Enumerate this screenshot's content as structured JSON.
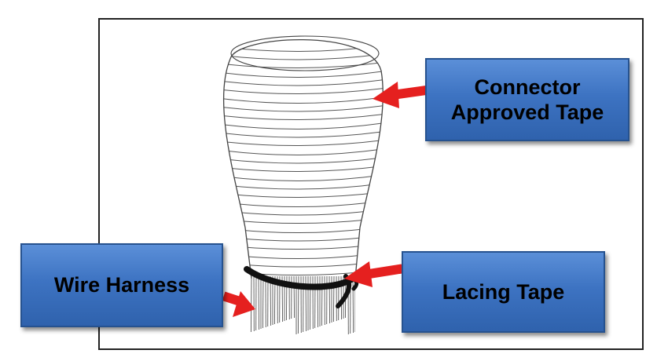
{
  "callouts": {
    "connector": {
      "text": "Connector\nApproved Tape"
    },
    "wire_harness": {
      "text": "Wire Harness"
    },
    "lacing_tape": {
      "text": "Lacing Tape"
    }
  },
  "colors": {
    "callout_fill": "#4a7fcb",
    "callout_border": "#26528f",
    "arrow": "#e5201f",
    "lacing_band": "#111111",
    "line_art": "#444444"
  }
}
